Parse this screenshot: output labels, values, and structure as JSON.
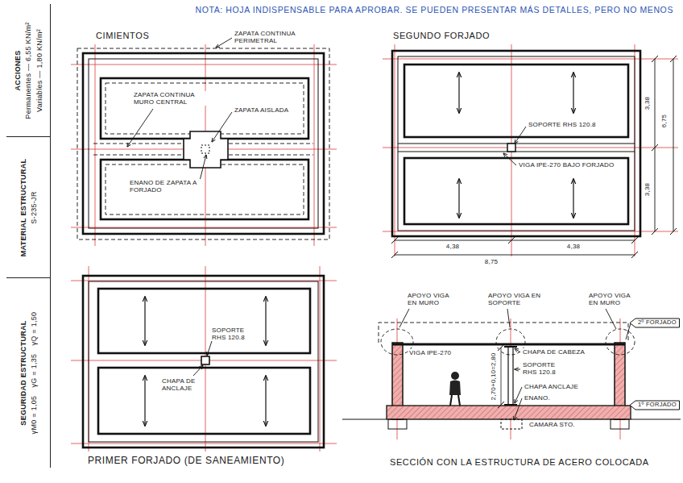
{
  "diagram": {
    "nodes": [
      {
        "text": [
          "ACCIONES",
          "Permanentes — 6,55 KN/m²",
          "Variables — 1,80 KN/m²"
        ]
      },
      {
        "text": [
          "MATERIAL ESTRUCTURAL",
          "S-235-JR"
        ]
      },
      {
        "text": [
          "SEGURIDAD ESTRUCTURAL",
          "γM0 = 1,05",
          "γG = 1,35",
          "γQ = 1,50"
        ]
      },
      {
        "text": [
          "2º FORJADO"
        ]
      },
      {
        "text": [
          "1º FORJADO"
        ]
      }
    ],
    "labels": [
      "NOTA: HOJA INDISPENSABLE PARA APROBAR. SE PUEDEN PRESENTAR MÁS DETALLES, PERO NO MENOS",
      "CIMIENTOS",
      "ZAPATA CONTINUA PERIMETRAL",
      "ZAPATA CONTINUA MURO CENTRAL",
      "ZAPATA AISLADA",
      "ENANO DE ZAPATA A FORJADO",
      "SEGUNDO FORJADO",
      "SOPORTE RHS 120.8",
      "VIGA IPE-270 BAJO FORJADO",
      "3,38",
      "6,75",
      "3,38",
      "4,38",
      "4,38",
      "8,75",
      "SOPORTE RHS 120.8",
      "CHAPA DE ANCLAJE",
      "PRIMER FORJADO (DE SANEAMIENTO)",
      "APOYO VIGA EN MURO",
      "APOYO VIGA EN SOPORTE",
      "APOYO VIGA EN MURO",
      "VIGA IPE-270",
      "CHAPA DE CABEZA",
      "SOPORTE RHS 120.8",
      "CHAPA ANCLAJE",
      "ENANO.",
      "CAMARA STO.",
      "2,70+0,10=2,80",
      "SECCIÓN CON LA ESTRUCTURA DE ACERO COLOCADA"
    ]
  }
}
